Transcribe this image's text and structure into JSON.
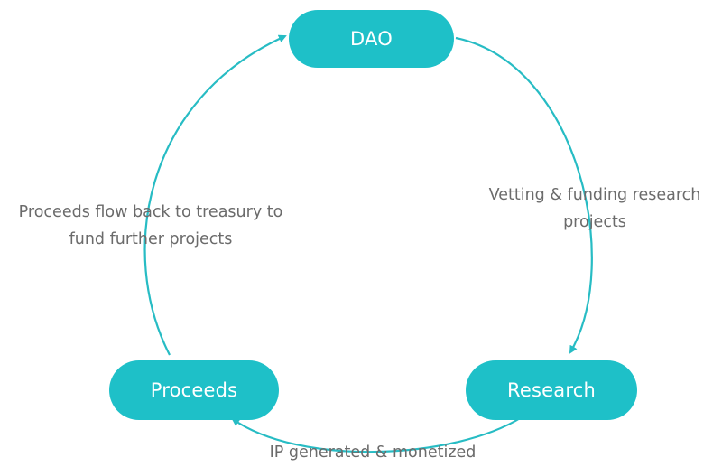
{
  "diagram": {
    "type": "cycle",
    "nodes": {
      "dao": "DAO",
      "research": "Research",
      "proceeds": "Proceeds"
    },
    "edges": {
      "dao_to_research": {
        "line1": "Vetting & funding research",
        "line2": "projects"
      },
      "research_to_proceeds": {
        "line1": "IP generated & monetized"
      },
      "proceeds_to_dao": {
        "line1": "Proceeds flow back to treasury to",
        "line2": "fund further projects"
      }
    },
    "colors": {
      "node_fill": "#1ec0c8",
      "node_text": "#ffffff",
      "arrow": "#27bcc4",
      "label_text": "#6b6b6b"
    }
  }
}
